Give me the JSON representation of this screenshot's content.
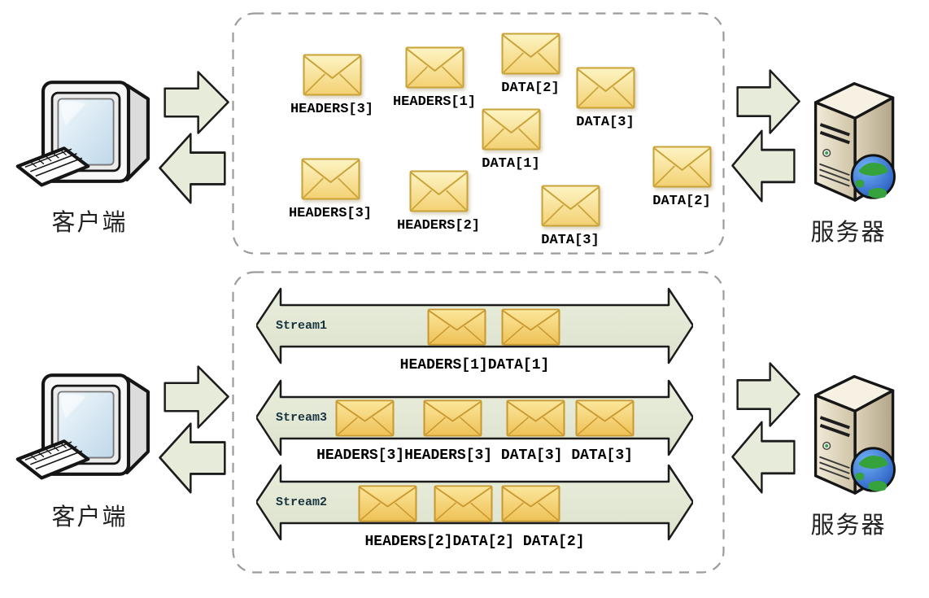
{
  "nodes": {
    "client_top": "客户端",
    "client_bottom": "客户端",
    "server_top": "服务器",
    "server_bottom": "服务器"
  },
  "top_box": {
    "frames": [
      {
        "label": "HEADERS[3]"
      },
      {
        "label": "HEADERS[1]"
      },
      {
        "label": "DATA[2]"
      },
      {
        "label": "DATA[3]"
      },
      {
        "label": "DATA[1]"
      },
      {
        "label": "HEADERS[3]"
      },
      {
        "label": "HEADERS[2]"
      },
      {
        "label": "DATA[3]"
      },
      {
        "label": "DATA[2]"
      }
    ]
  },
  "bottom_box": {
    "streams": [
      {
        "name": "Stream1",
        "frames_label": "HEADERS[1]DATA[1]",
        "envelope_count": 2
      },
      {
        "name": "Stream3",
        "frames_label": "HEADERS[3]HEADERS[3] DATA[3] DATA[3]",
        "envelope_count": 4
      },
      {
        "name": "Stream2",
        "frames_label": "HEADERS[2]DATA[2] DATA[2]",
        "envelope_count": 3
      }
    ]
  },
  "colors": {
    "envelope_light_top": "#fdf4c4",
    "envelope_light_bottom": "#f3d173",
    "envelope_deep_top": "#fbe79c",
    "envelope_deep_bottom": "#eec156",
    "envelope_border": "#c9a238",
    "arrow_fill": "#e7ebd9",
    "arrow_stroke": "#1c1c1c",
    "stream_arrow_fill": "#e2e7d3",
    "dashed_border": "#9b9b9b",
    "label_text": "#000000",
    "stream_name_text": "#16323e"
  }
}
